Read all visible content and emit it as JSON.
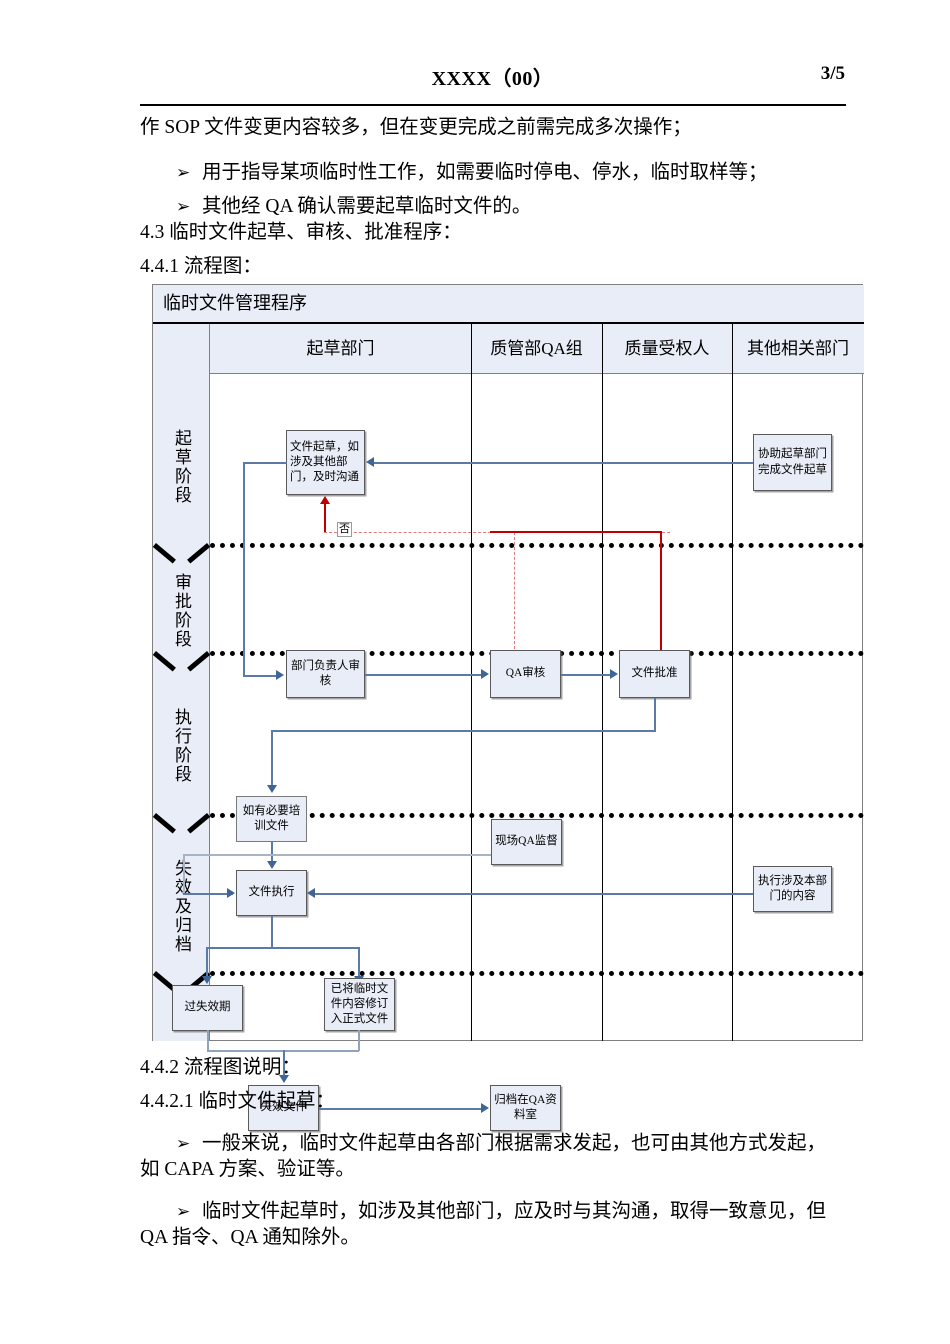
{
  "header": {
    "doc_code": "XXXX（00）",
    "page_number": "3/5"
  },
  "body_top": {
    "line1": "作 SOP 文件变更内容较多，但在变更完成之前需完成多次操作；",
    "bullet1": "用于指导某项临时性工作，如需要临时停电、停水，临时取样等；",
    "bullet2": "其他经 QA 确认需要起草临时文件的。",
    "line2": "4.3 临时文件起草、审核、批准程序：",
    "line3": "4.4.1 流程图：",
    "bullet_glyph": "➢"
  },
  "flowchart": {
    "title": "临时文件管理程序",
    "columns": [
      {
        "label": "起草部门"
      },
      {
        "label": "质管部QA组"
      },
      {
        "label": "质量受权人"
      },
      {
        "label": "其他相关部门"
      }
    ],
    "lanes": [
      {
        "label": "起草阶段"
      },
      {
        "label": "审批阶段"
      },
      {
        "label": "执行阶段"
      },
      {
        "label": "失效及归档"
      }
    ],
    "nodes": {
      "draft": "文件起草，如涉及其他部门，及时沟通",
      "assist_draft": "协助起草部门完成文件起草",
      "dept_review": "部门负责人审核",
      "qa_review": "QA审核",
      "doc_approve": "文件批准",
      "training": "如有必要培训文件",
      "execute": "文件执行",
      "onsite_qa": "现场QA监督",
      "other_dept_exec": "执行涉及本部门的内容",
      "expired": "过失效期",
      "revised_into_formal": "已将临时文件内容修订入正式文件",
      "invalid_doc": "失效文件",
      "archive_qa": "归档在QA资料室"
    },
    "edge_labels": {
      "reject": "否"
    },
    "colors": {
      "node_fill": "#e8edf7",
      "node_border": "#5a5a5a",
      "connector": "#5b7ba6",
      "reject_connector": "#c00000",
      "lane_fill": "#e8edf7"
    }
  },
  "body_bottom": {
    "line1": "4.4.2 流程图说明：",
    "line2": "4.4.2.1 临时文件起草：",
    "bullet1a": "一般来说，临时文件起草由各部门根据需求发起，也可由其他方式发起，",
    "bullet1b": "如 CAPA 方案、验证等。",
    "bullet2a": "临时文件起草时，如涉及其他部门，应及时与其沟通，取得一致意见，但",
    "bullet2b": "QA 指令、QA 通知除外。"
  }
}
